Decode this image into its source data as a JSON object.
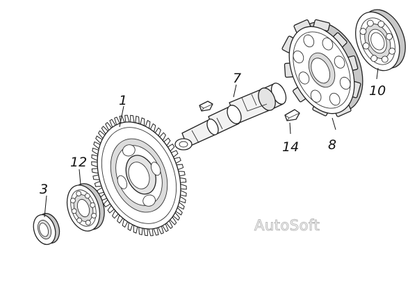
{
  "callouts": {
    "p1": "1",
    "p3": "3",
    "p7": "7",
    "p8": "8",
    "p10": "10",
    "p12": "12",
    "p14": "14"
  },
  "watermark": "AutoSoft",
  "colors": {
    "line": "#222222",
    "shade_light": "#f2f2f2",
    "shade_mid": "#e4e4e4",
    "shade_dark": "#c8c8c8",
    "watermark_outline": "#b9b9b9"
  }
}
